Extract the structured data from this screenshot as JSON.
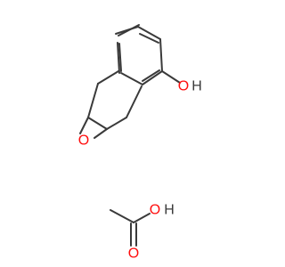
{
  "colors": {
    "background": "#ffffff",
    "bond": "#3a3a3a",
    "oxygen": "#ff0d0d",
    "hydrogen": "#3a3a3a"
  },
  "molecule_1": {
    "hydroxyl_o": "O",
    "hydroxyl_h": "H",
    "epoxide_o": "O"
  },
  "molecule_2": {
    "acid_o": "O",
    "acid_h": "H",
    "carbonyl_o": "O"
  }
}
